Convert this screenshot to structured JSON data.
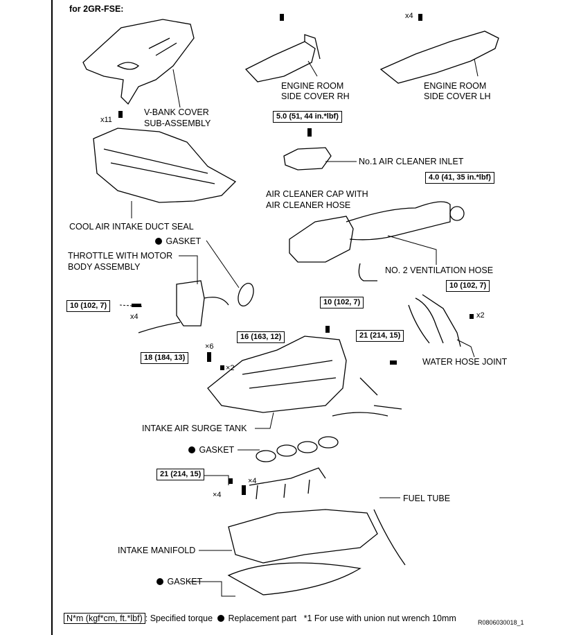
{
  "header": "for 2GR-FSE:",
  "labels": {
    "vbank_cover_1": "V-BANK COVER",
    "vbank_cover_2": "SUB-ASSEMBLY",
    "side_cover_rh_1": "ENGINE ROOM",
    "side_cover_rh_2": "SIDE COVER RH",
    "side_cover_lh_1": "ENGINE ROOM",
    "side_cover_lh_2": "SIDE COVER LH",
    "air_cleaner_inlet": "No.1 AIR CLEANER INLET",
    "air_cleaner_cap_1": "AIR CLEANER CAP WITH",
    "air_cleaner_cap_2": "AIR CLEANER HOSE",
    "cool_air_duct_seal": "COOL AIR INTAKE DUCT SEAL",
    "gasket_top": "GASKET",
    "throttle_1": "THROTTLE WITH MOTOR",
    "throttle_2": "BODY ASSEMBLY",
    "ventilation_hose": "NO. 2 VENTILATION HOSE",
    "water_hose_joint": "WATER HOSE JOINT",
    "surge_tank": "INTAKE AIR SURGE TANK",
    "gasket_mid": "GASKET",
    "fuel_tube": "FUEL TUBE",
    "intake_manifold": "INTAKE MANIFOLD",
    "gasket_bottom": "GASKET"
  },
  "torques": {
    "inlet": "5.0 (51, 44 in.*lbf)",
    "hose_clamp": "4.0 (41, 35 in.*lbf)",
    "throttle": "10 (102, 7)",
    "surge_top": "10 (102, 7)",
    "water_hose": "10 (102, 7)",
    "surge_stud": "16 (163, 12)",
    "surge_bracket": "21 (214, 15)",
    "surge_bolt": "18 (184, 13)",
    "manifold": "21 (214, 15)"
  },
  "qty": {
    "lh_cover": "x4",
    "duct_seal": "x11",
    "throttle": "x4",
    "water_hose": "x2",
    "surge_bolt": "×6",
    "surge_stud": "×2",
    "manifold_bolt": "×4",
    "manifold_nut": "×4"
  },
  "legend": {
    "torque_box": "N*m (kgf*cm, ft.*lbf)",
    "torque_text": ": Specified torque",
    "replacement": "Replacement part",
    "note": "*1 For use with union nut wrench 10mm"
  },
  "code": "R0806030018_1"
}
